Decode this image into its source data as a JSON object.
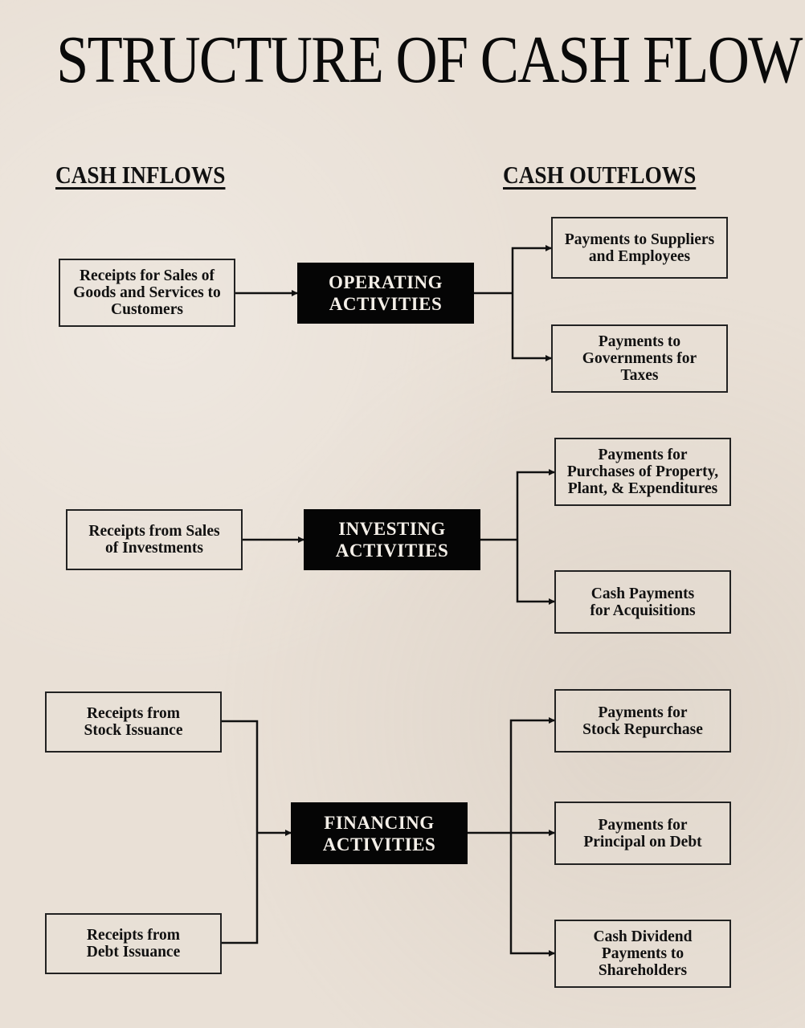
{
  "title": "STRUCTURE OF CASH FLOWS",
  "headers": {
    "inflows": "CASH INFLOWS",
    "outflows": "CASH OUTFLOWS"
  },
  "sections": {
    "operating": {
      "activity": "OPERATING\nACTIVITIES",
      "inflows": [
        "Receipts for Sales of\nGoods and Services to\nCustomers"
      ],
      "outflows": [
        "Payments to Suppliers\nand Employees",
        "Payments to\nGovernments for\nTaxes"
      ]
    },
    "investing": {
      "activity": "INVESTING\nACTIVITIES",
      "inflows": [
        "Receipts from Sales\nof Investments"
      ],
      "outflows": [
        "Payments for\nPurchases of Property,\nPlant, & Expenditures",
        "Cash Payments\nfor Acquisitions"
      ]
    },
    "financing": {
      "activity": "FINANCING\nACTIVITIES",
      "inflows": [
        "Receipts from\nStock Issuance",
        "Receipts from\nDebt Issuance"
      ],
      "outflows": [
        "Payments for\nStock Repurchase",
        "Payments for\nPrincipal on Debt",
        "Cash Dividend\nPayments to\nShareholders"
      ]
    }
  },
  "colors": {
    "background": "#e9e0d6",
    "activity_fill": "#050505",
    "activity_text": "#f4efe8",
    "line": "#111111"
  }
}
